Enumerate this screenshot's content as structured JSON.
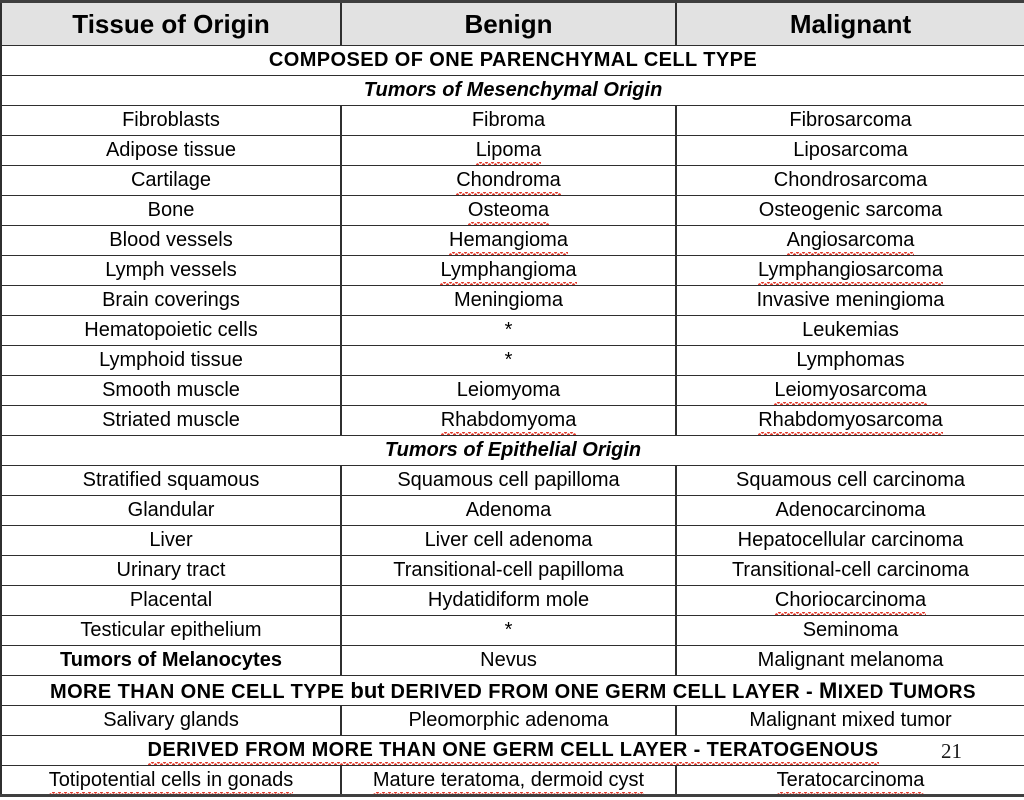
{
  "table": {
    "columns": [
      "Tissue of Origin",
      "Benign",
      "Malignant"
    ],
    "sections": [
      {
        "banner": "COMPOSED OF ONE PARENCHYMAL CELL TYPE",
        "banner_color": "#1414d2",
        "banner_style": "blue-bold-caps"
      },
      {
        "banner": "Tumors of Mesenchymal Origin",
        "banner_color": "#f01414",
        "banner_style": "red-bold-italic",
        "rows": [
          {
            "origin": "Fibroblasts",
            "benign": "Fibroma",
            "malignant": "Fibrosarcoma"
          },
          {
            "origin": "Adipose tissue",
            "benign": "Lipoma",
            "malignant": "Liposarcoma"
          },
          {
            "origin": "Cartilage",
            "benign": "Chondroma",
            "malignant": "Chondrosarcoma"
          },
          {
            "origin": "Bone",
            "benign": "Osteoma",
            "malignant": "Osteogenic sarcoma"
          },
          {
            "origin": "Blood vessels",
            "benign": "Hemangioma",
            "malignant": "Angiosarcoma"
          },
          {
            "origin": "Lymph vessels",
            "benign": "Lymphangioma",
            "malignant": "Lymphangiosarcoma"
          },
          {
            "origin": "Brain coverings",
            "benign": "Meningioma",
            "malignant": "Invasive meningioma"
          },
          {
            "origin": "Hematopoietic cells",
            "benign": "*",
            "malignant": "Leukemias"
          },
          {
            "origin": "Lymphoid tissue",
            "benign": "*",
            "malignant": "Lymphomas"
          },
          {
            "origin": "Smooth muscle",
            "benign": "Leiomyoma",
            "malignant": "Leiomyosarcoma"
          },
          {
            "origin": "Striated muscle",
            "benign": "Rhabdomyoma",
            "malignant": "Rhabdomyosarcoma"
          }
        ]
      },
      {
        "banner": "Tumors of Epithelial Origin",
        "banner_color": "#f01414",
        "banner_style": "red-bold-italic",
        "rows": [
          {
            "origin": "Stratified squamous",
            "benign": "Squamous cell papilloma",
            "malignant": "Squamous cell carcinoma"
          },
          {
            "origin": "Glandular",
            "benign": "Adenoma",
            "malignant": "Adenocarcinoma"
          },
          {
            "origin": "Liver",
            "benign": "Liver cell adenoma",
            "malignant": "Hepatocellular carcinoma"
          },
          {
            "origin": "Urinary tract",
            "benign": "Transitional-cell papilloma",
            "malignant": "Transitional-cell carcinoma"
          },
          {
            "origin": "Placental",
            "benign": "Hydatidiform mole",
            "malignant": "Choriocarcinoma"
          },
          {
            "origin": "Testicular epithelium",
            "benign": "*",
            "malignant": "Seminoma"
          },
          {
            "origin": "Tumors of Melanocytes",
            "benign": "Nevus",
            "malignant": "Malignant melanoma",
            "origin_bold": true
          }
        ]
      },
      {
        "banner_parts": {
          "part1": "MORE THAN ONE CELL TYPE ",
          "but": "but",
          "part2": " DERIVED FROM ONE GERM CELL LAYER - ",
          "mixed_m": "M",
          "mixed_ixed": "IXED ",
          "mixed_t": "T",
          "mixed_umors": "UMORS"
        },
        "banner_color": "#1414d2",
        "banner_style": "blue-bold-caps-mixed",
        "rows": [
          {
            "origin": "Salivary glands",
            "benign": "Pleomorphic adenoma",
            "malignant": "Malignant mixed tumor"
          }
        ]
      },
      {
        "banner": "DERIVED FROM MORE THAN ONE GERM CELL LAYER - TERATOGENOUS",
        "banner_color": "#1414d2",
        "banner_style": "blue-bold-caps",
        "rows": [
          {
            "origin": "Totipotential cells in gonads",
            "benign": "Mature teratoma, dermoid cyst",
            "malignant": "Teratocarcinoma"
          }
        ]
      }
    ]
  },
  "slide_number": "21"
}
